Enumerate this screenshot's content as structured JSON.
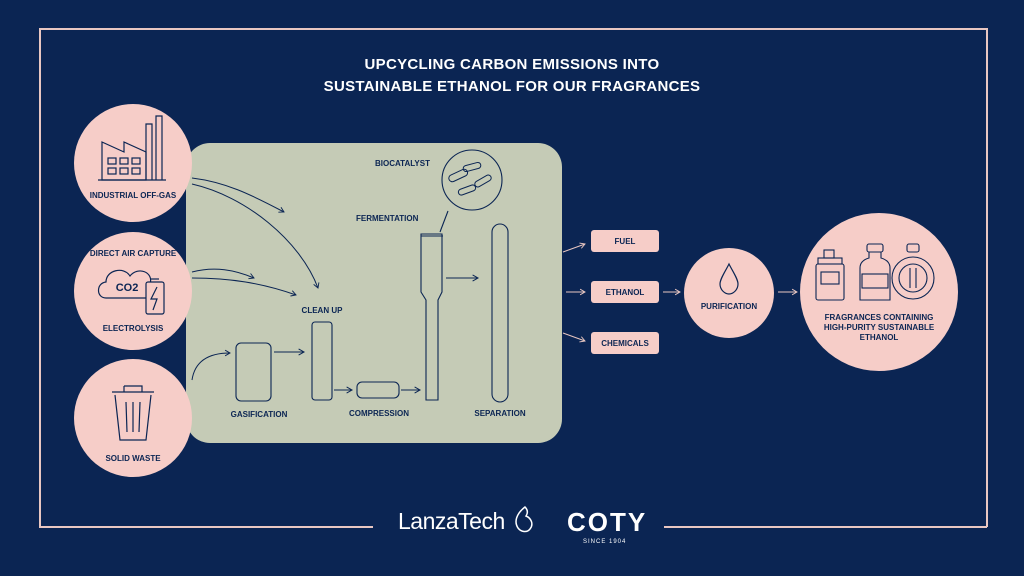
{
  "title": {
    "line1": "UPCYCLING CARBON EMISSIONS INTO",
    "line2": "SUSTAINABLE ETHANOL FOR OUR FRAGRANCES"
  },
  "sources": {
    "industrial": "INDUSTRIAL OFF-GAS",
    "direct_air": "DIRECT AIR CAPTURE",
    "co2": "CO2",
    "electrolysis": "ELECTROLYSIS",
    "solid_waste": "SOLID WASTE"
  },
  "process": {
    "biocatalyst": "BIOCATALYST",
    "fermentation": "FERMENTATION",
    "clean_up": "CLEAN UP",
    "gasification": "GASIFICATION",
    "compression": "COMPRESSION",
    "separation": "SEPARATION"
  },
  "outputs": {
    "fuel": "FUEL",
    "ethanol": "ETHANOL",
    "chemicals": "CHEMICALS"
  },
  "purification": "PURIFICATION",
  "fragrances": {
    "line1": "FRAGRANCES CONTAINING",
    "line2": "HIGH-PURITY SUSTAINABLE",
    "line3": "ETHANOL"
  },
  "brands": {
    "lanzatech": "LanzaTech",
    "coty": "COTY",
    "coty_since": "SINCE 1904"
  },
  "colors": {
    "background": "#0b2553",
    "pink": "#f6cdc8",
    "sage": "#c5cbb6",
    "frame": "#e9c7c2"
  }
}
